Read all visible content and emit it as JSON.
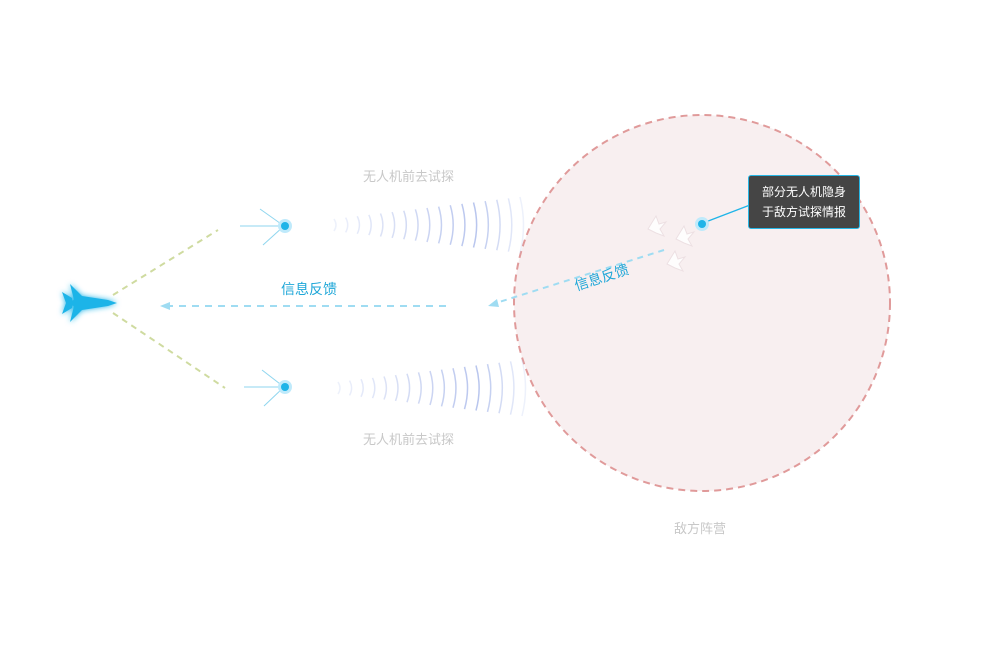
{
  "labels": {
    "uav_top": "无人机前去试探",
    "uav_bottom": "无人机前去试探",
    "feedback_left": "信息反馈",
    "feedback_diagonal": "信息反馈",
    "enemy_camp": "敌方阵营"
  },
  "tooltip": {
    "line1": "部分无人机隐身",
    "line2": "于敌方试探情报"
  },
  "colors": {
    "accent": "#1fb4e8",
    "dashed_green": "#cfdba0",
    "dashed_blue": "#9fdcf2",
    "enemy_fill": "#f8eff0",
    "enemy_border": "#e09a9a",
    "wave": "#b9c6ee",
    "tooltip_bg": "#454545"
  },
  "icons": {
    "main_craft": "jet-icon",
    "drone": "drone-node-icon",
    "hidden_drones": "plane-icon"
  }
}
